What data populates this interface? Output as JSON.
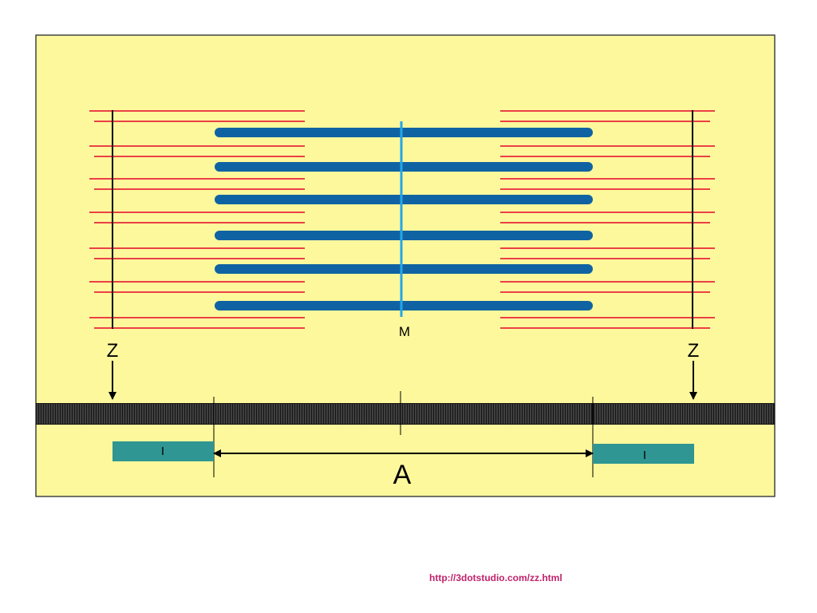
{
  "diagram": {
    "labels": {
      "m_line": "M",
      "z_left": "Z",
      "z_right": "Z",
      "a_band": "A",
      "i_band_left": "I",
      "i_band_right": "I"
    },
    "colors": {
      "background": "#fdf89c",
      "thin_filament": "#e8263a",
      "thick_filament": "#1063a3",
      "m_line": "#23a6e8",
      "z_line": "#000000",
      "i_band": "#2f9693",
      "striation_strip": "#151515",
      "link": "#c0226b"
    }
  },
  "footer": {
    "source_url": "http://3dotstudio.com/zz.html"
  }
}
